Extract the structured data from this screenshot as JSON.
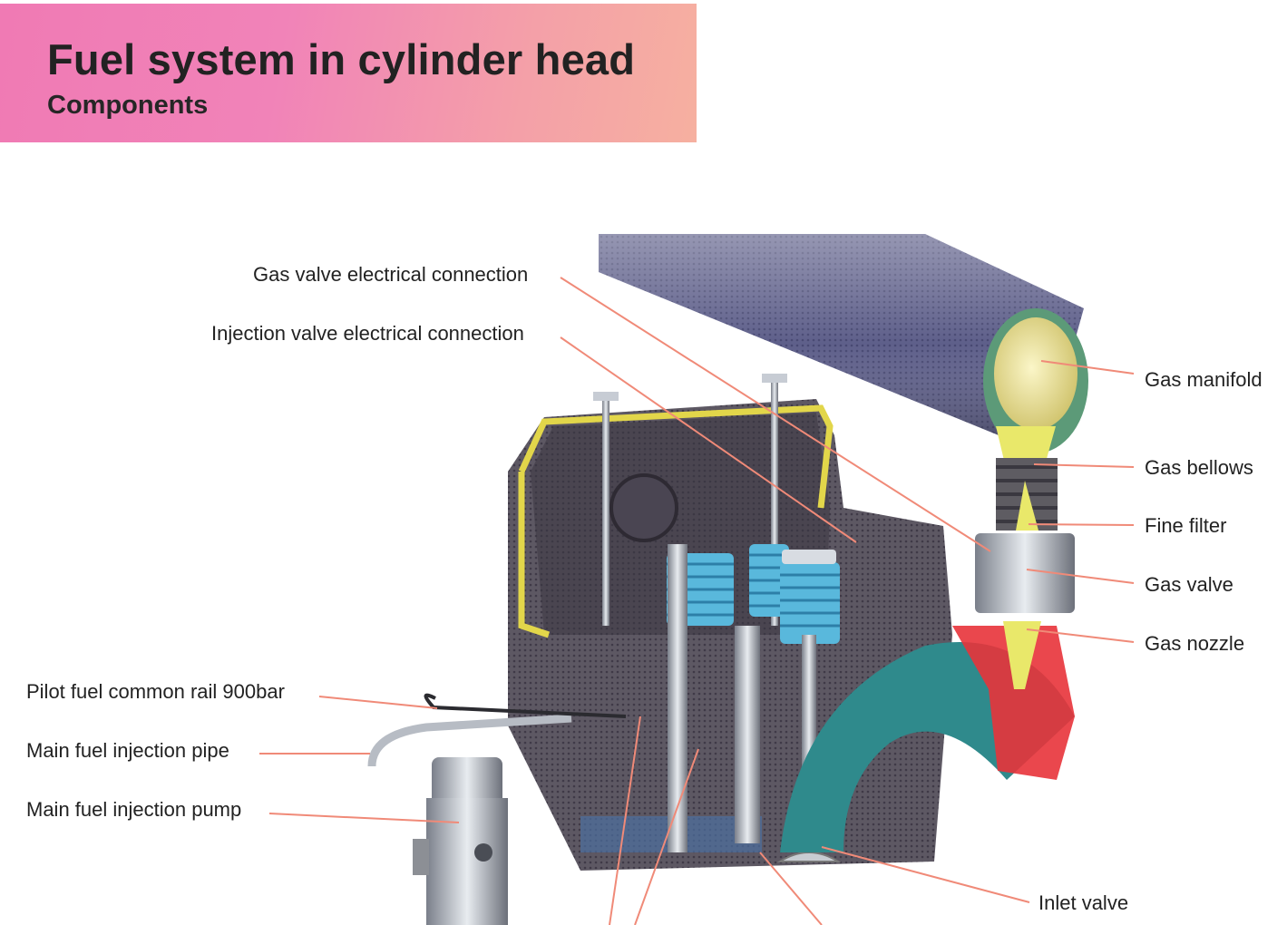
{
  "header": {
    "title": "Fuel system in cylinder head",
    "subtitle": "Components"
  },
  "labels": {
    "gas_valve_electrical_connection": "Gas valve electrical connection",
    "injection_valve_electrical_connection": "Injection valve electrical connection",
    "gas_manifold": "Gas manifold",
    "gas_bellows": "Gas bellows",
    "fine_filter": "Fine filter",
    "gas_valve": "Gas valve",
    "gas_nozzle": "Gas nozzle",
    "pilot_fuel_common_rail": "Pilot fuel common rail 900bar",
    "main_fuel_injection_pipe": "Main fuel injection pipe",
    "main_fuel_injection_pump": "Main fuel injection pump",
    "inlet_valve": "Inlet valve"
  },
  "colors": {
    "banner": "#f07ab4",
    "leader_line": "#f08a78",
    "spring": "#59b8dc",
    "gas_body": "#e9e86a",
    "gas_nozzle_red": "#e8333a",
    "inlet_port": "#2f8a8c"
  }
}
